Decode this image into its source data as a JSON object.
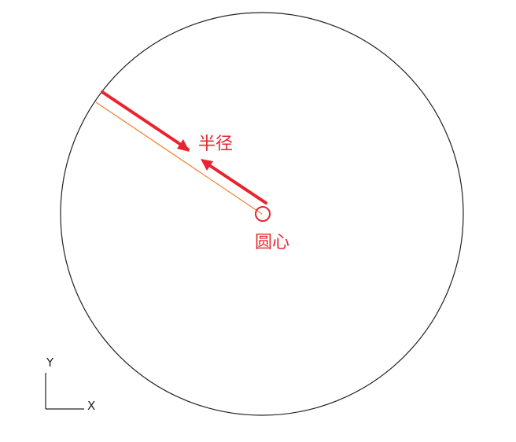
{
  "diagram": {
    "labels": {
      "radius": "半径",
      "center": "圆心"
    },
    "axes": {
      "x": "X",
      "y": "Y"
    },
    "colors": {
      "circle_stroke": "#222222",
      "radius_line": "#f08030",
      "arrow": "#e8242f",
      "label": "#e8242f",
      "axis": "#222222"
    }
  }
}
